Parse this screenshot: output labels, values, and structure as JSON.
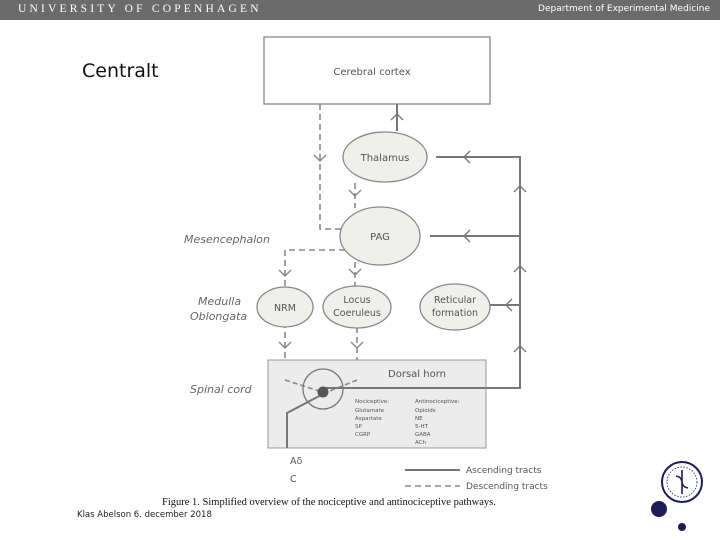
{
  "header": {
    "university": "UNIVERSITY OF COPENHAGEN",
    "department": "Department of Experimental Medicine"
  },
  "slide": {
    "title": "Centralt",
    "footer": "Klas Abelson 6. december 2018"
  },
  "diagram": {
    "boxes": {
      "cortex": "Cerebral cortex",
      "dorsal_horn": "Dorsal horn"
    },
    "nodes": {
      "thalamus": "Thalamus",
      "pag": "PAG",
      "nrm": "NRM",
      "locus_line1": "Locus",
      "locus_line2": "Coeruleus",
      "reticular_line1": "Reticular",
      "reticular_line2": "formation"
    },
    "side_labels": {
      "mesencephalon": "Mesencephalon",
      "medulla_line1": "Medulla",
      "medulla_line2": "Oblongata",
      "spinal_cord": "Spinal cord"
    },
    "nociceptive": {
      "heading": "Nociceptive:",
      "items": [
        "Glutamate",
        "Aspartate",
        "SP",
        "CGRP"
      ]
    },
    "antinociceptive": {
      "heading": "Antinociceptive:",
      "items": [
        "Opioids",
        "NE",
        "5-HT",
        "GABA",
        "ACh"
      ]
    },
    "fibers": [
      "Aδ",
      "C"
    ],
    "legend": {
      "ascending": "Ascending tracts",
      "descending": "Descending tracts"
    },
    "caption": "Figure 1. Simplified overview of the nociceptive and antinociceptive pathways."
  },
  "colors": {
    "header_bg": "#6b6b6b",
    "line": "#777777",
    "node_fill": "#efefec",
    "logo": "#1e1b59"
  },
  "icons": [
    "university-seal-icon"
  ]
}
